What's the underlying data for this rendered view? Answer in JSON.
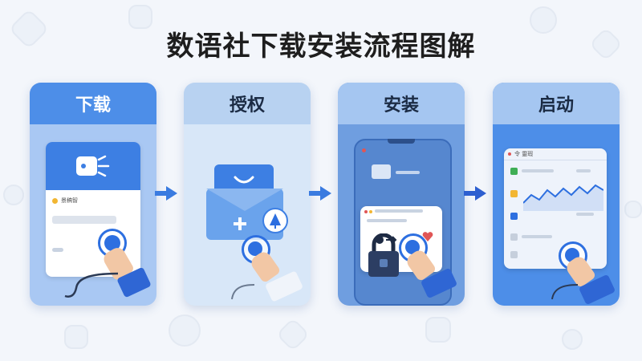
{
  "title": "数语社下载安装流程图解",
  "steps": [
    {
      "label": "下载",
      "card_label": "景稿智"
    },
    {
      "label": "授权"
    },
    {
      "label": "安装"
    },
    {
      "label": "启动",
      "window_label": "令 靈瑕"
    }
  ],
  "colors": {
    "primary": "#2d6fe0",
    "head_blue": "#4d8ee8",
    "card_light": "#a9c8f3",
    "arrow": "#3a7be0"
  },
  "icons": [
    "cable-icon",
    "plus-icon",
    "lock-icon",
    "heart-icon",
    "check-icon",
    "chart-icon"
  ]
}
